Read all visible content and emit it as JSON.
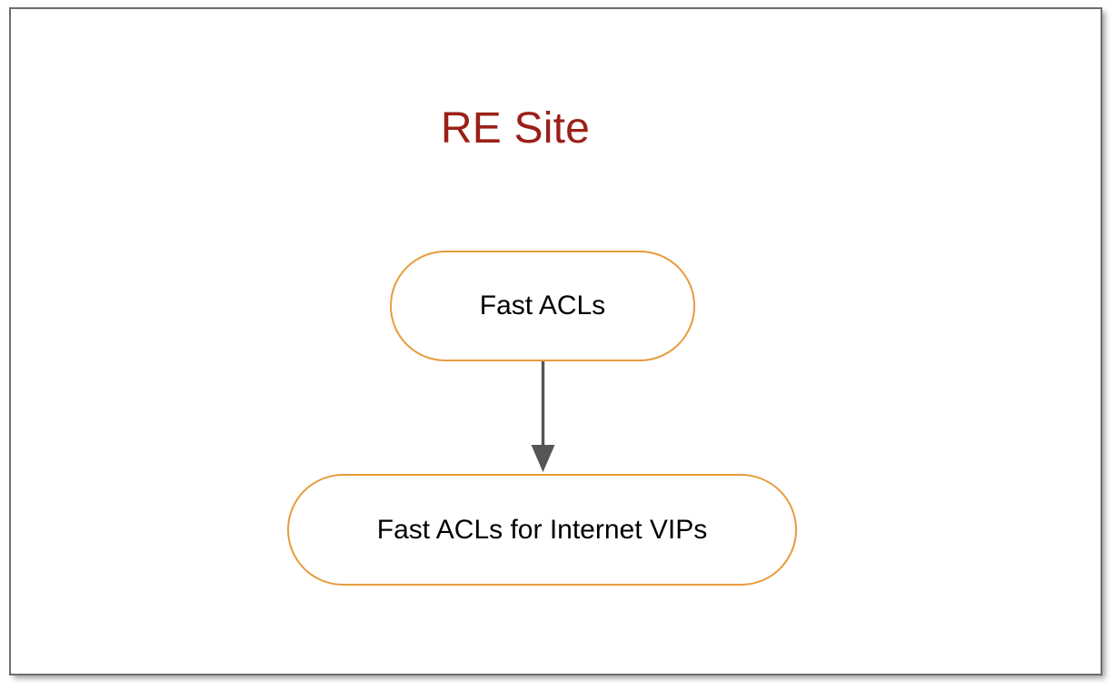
{
  "canvas": {
    "background_color": "#ffffff",
    "frame_border_color": "#6e6e6e"
  },
  "diagram": {
    "title": "RE Site",
    "title_color": "#9b2018",
    "node_border_color": "#e89b3c",
    "node_fill_color": "#ffffff",
    "node_text_color": "#000000",
    "connector_color": "#555555",
    "nodes": [
      {
        "id": "fast-acls",
        "label": "Fast ACLs",
        "shape": "stadium"
      },
      {
        "id": "fast-acls-internet-vips",
        "label": "Fast ACLs for Internet VIPs",
        "shape": "stadium"
      }
    ],
    "edges": [
      {
        "id": "fast-acls-to-internet-vips",
        "from": "fast-acls",
        "to": "fast-acls-internet-vips",
        "direction": "down",
        "arrowhead": "solid-triangle",
        "label": ""
      }
    ]
  }
}
